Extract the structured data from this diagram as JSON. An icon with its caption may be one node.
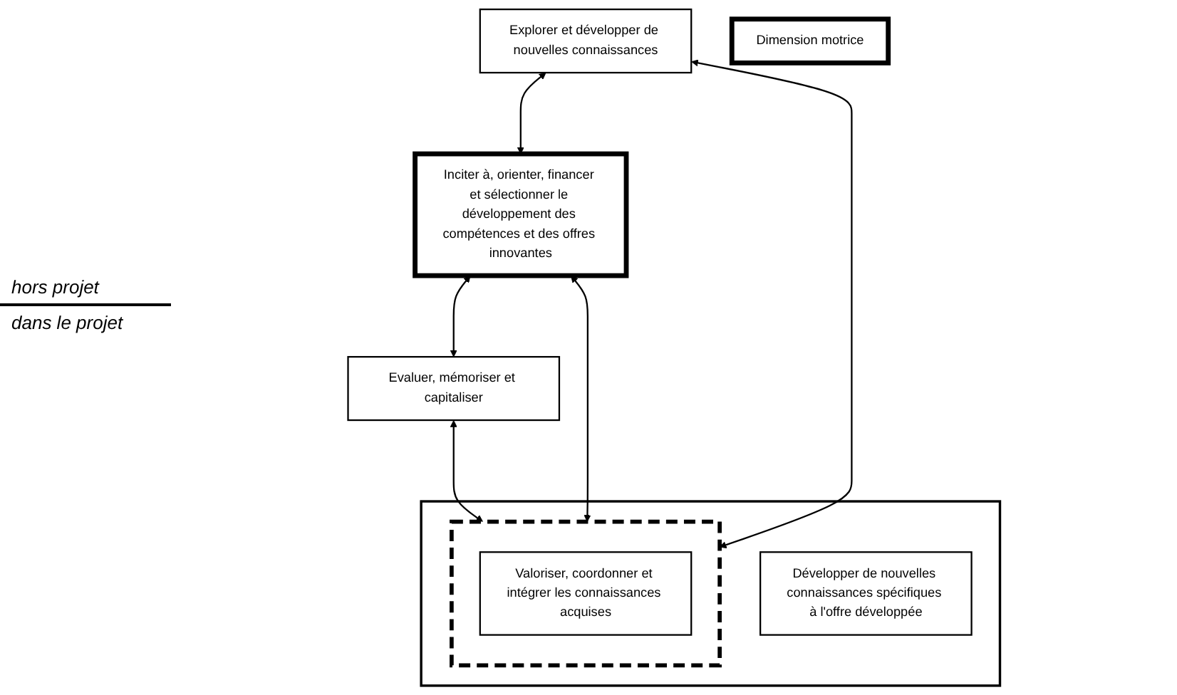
{
  "diagram": {
    "nodes": [
      {
        "text": [
          "Inciter à, orienter, financer et sélectionner le développement des compétences et des offres innovantes"
        ]
      },
      {
        "text": [
          "Explorer et développer de nouvelles connaissances"
        ]
      },
      {
        "text": [
          "Evaluer, mémoriser et capitaliser"
        ]
      },
      {
        "text": [],
        "shape": "box"
      },
      {
        "text": [],
        "shape": "box",
        "in": 3
      },
      {
        "text": [
          "Valoriser, coordonner et intégrer les connaissances acquises"
        ],
        "in": 4
      },
      {
        "text": [
          "Développer de nouvelles connaissances spécifiques à l'offre développée"
        ],
        "in": 3
      },
      {
        "text": [
          "Dimension motrice"
        ]
      }
    ],
    "edges": [
      {
        "from": 1,
        "to": 0,
        "arrow": "both"
      },
      {
        "from": 0,
        "to": 2,
        "arrow": "both"
      },
      {
        "from": 0,
        "to": 4,
        "arrow": "both"
      },
      {
        "from": 1,
        "to": 4,
        "arrow": "both"
      },
      {
        "from": 2,
        "to": 4,
        "arrow": "both"
      }
    ],
    "labels": [
      "hors projet",
      "dans le projet"
    ]
  }
}
